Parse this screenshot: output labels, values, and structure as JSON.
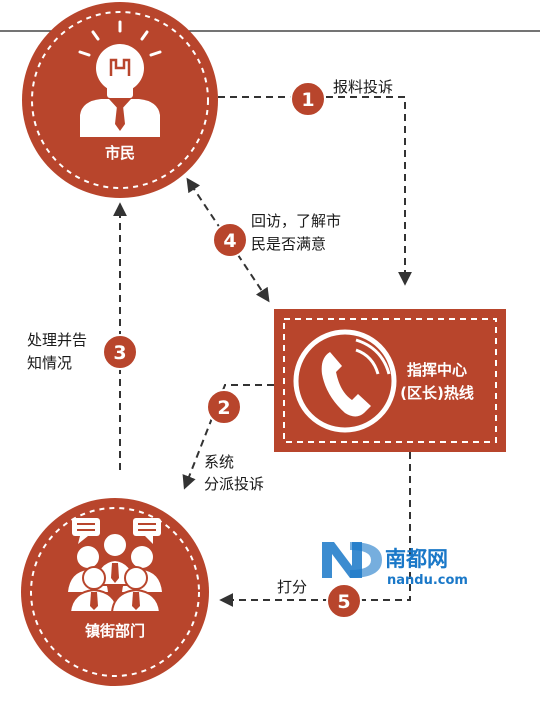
{
  "header": {
    "title": ""
  },
  "nodes": {
    "citizen": {
      "label": "市民"
    },
    "center": {
      "label_line1": "指挥中心",
      "label_line2": "(区长)热线"
    },
    "town": {
      "label": "镇街部门"
    }
  },
  "steps": [
    {
      "number": "1",
      "text_lines": [
        "报料投诉"
      ]
    },
    {
      "number": "2",
      "text_lines": [
        "系统",
        "分派投诉"
      ]
    },
    {
      "number": "3",
      "text_lines": [
        "处理并告",
        "知情况"
      ]
    },
    {
      "number": "4",
      "text_lines": [
        "回访，了解市",
        "民是否满意"
      ]
    },
    {
      "number": "5",
      "text_lines": [
        "打分"
      ]
    }
  ],
  "watermark": {
    "brand": "南都网",
    "url": "nandu.com"
  },
  "colors": {
    "primary": "#b8452c",
    "dark_line": "#333333",
    "text": "#1a1a1a",
    "watermark_blue": "#1a78c8"
  }
}
